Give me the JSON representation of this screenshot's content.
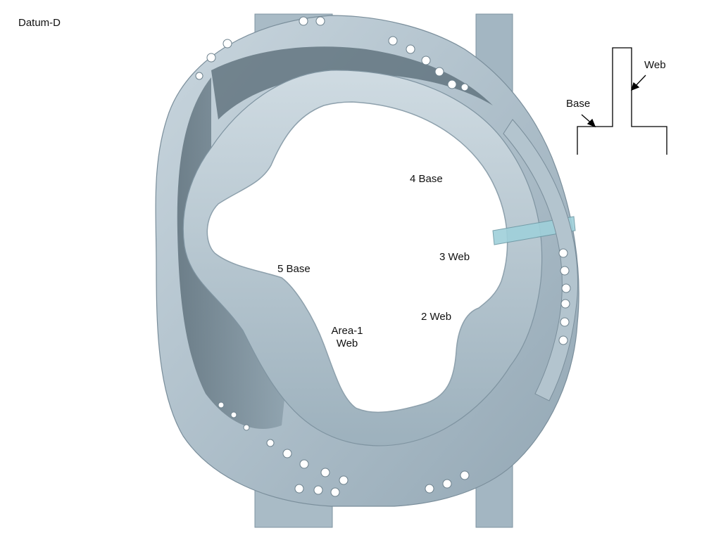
{
  "title": "Datum-D",
  "labels": {
    "base_4": "4 Base",
    "web_3": "3 Web",
    "base_5": "5 Base",
    "web_2": "2 Web",
    "area1_line1": "Area-1",
    "area1_line2": "Web"
  },
  "legend": {
    "web": "Web",
    "base": "Base"
  },
  "colors": {
    "metal_light": "#b9c9d3",
    "metal_mid": "#9fb3c0",
    "metal_dark": "#6f8592",
    "metal_shadow": "#4f606b",
    "highlight": "#e4ecf1",
    "band": "#9fd0da"
  }
}
